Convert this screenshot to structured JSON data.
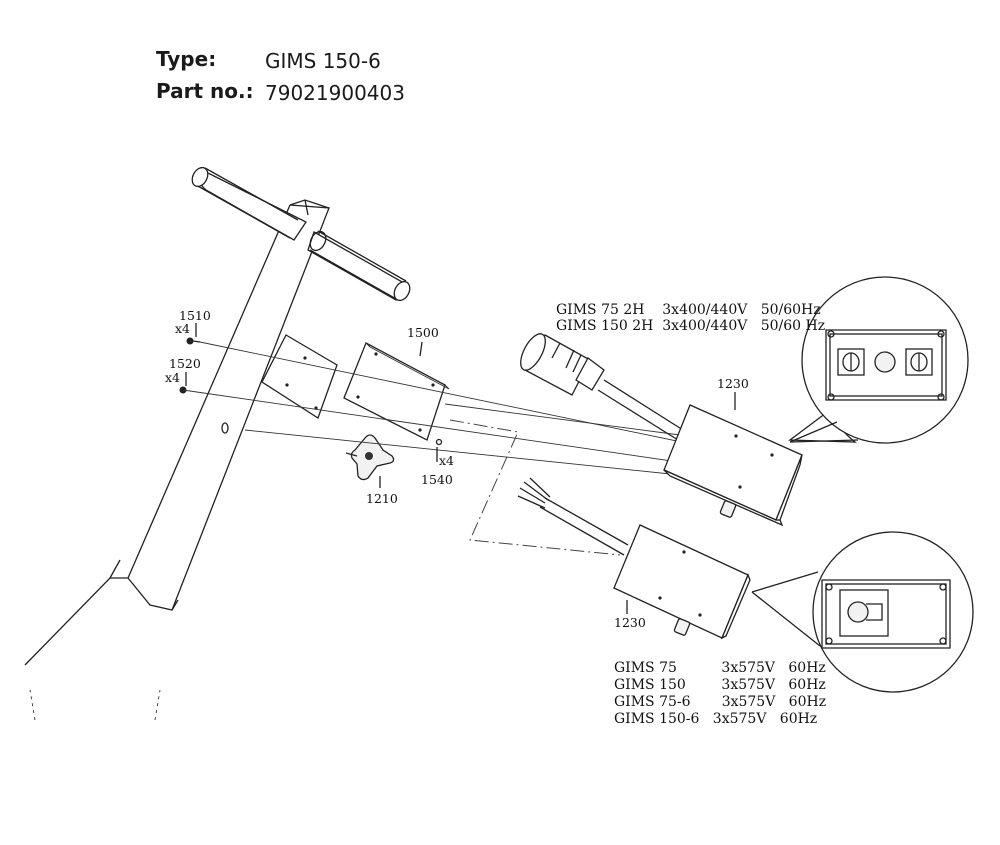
{
  "header": {
    "type_label": "Type:",
    "type_value": "GIMS 150-6",
    "part_label": "Part no.:",
    "part_value": "79021900403"
  },
  "callouts": {
    "c1510": "1510",
    "c1510_qty": "x4",
    "c1520": "1520",
    "c1520_qty": "x4",
    "c1500": "1500",
    "c1540": "1540",
    "c1540_qty": "x4",
    "c1210": "1210",
    "c1230_top": "1230",
    "c1230_bottom": "1230"
  },
  "specs_top": [
    "GIMS 75 2H    3x400/440V   50/60Hz",
    "GIMS 150 2H  3x400/440V   50/60 Hz"
  ],
  "specs_bottom": [
    "GIMS 75          3x575V   60Hz",
    "GIMS 150        3x575V   60Hz",
    "GIMS 75-6       3x575V   60Hz",
    "GIMS 150-6   3x575V   60Hz"
  ]
}
